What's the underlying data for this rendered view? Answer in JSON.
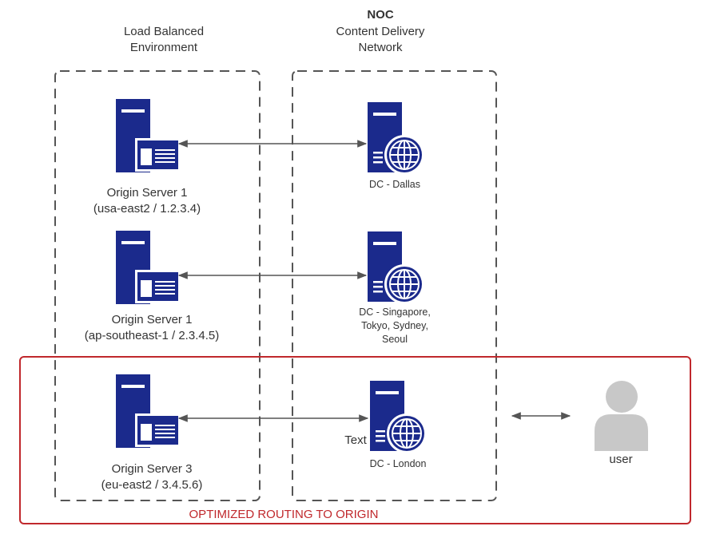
{
  "colors": {
    "server": "#1b2a8c",
    "server_light": "#3b4ba8",
    "box_dash": "#555555",
    "highlight": "#c0282c",
    "user": "#c8c8c8",
    "arrow": "#555555",
    "text": "#333333"
  },
  "groups": {
    "load_balanced": {
      "title_line1": "Load Balanced",
      "title_line2": "Environment"
    },
    "noc": {
      "title_bold": "NOC",
      "title_line1": "Content Delivery",
      "title_line2": "Network"
    },
    "optimized": {
      "label": "OPTIMIZED ROUTING TO ORIGIN"
    }
  },
  "origin_servers": [
    {
      "name": "Origin Server 1",
      "detail": "(usa-east2 / 1.2.3.4)"
    },
    {
      "name": "Origin Server 1",
      "detail": "(ap-southeast-1 / 2.3.4.5)"
    },
    {
      "name": "Origin Server 3",
      "detail": "(eu-east2 / 3.4.5.6)"
    }
  ],
  "datacenters": [
    {
      "lines": [
        "DC - Dallas"
      ]
    },
    {
      "lines": [
        "DC - Singapore,",
        "Tokyo, Sydney,",
        "Seoul"
      ]
    },
    {
      "lines": [
        "DC - London"
      ]
    }
  ],
  "stray_text": "Text",
  "user": {
    "label": "user"
  },
  "icons": {
    "origin": "web-server-icon",
    "datacenter": "globe-server-icon",
    "user": "user-icon"
  }
}
